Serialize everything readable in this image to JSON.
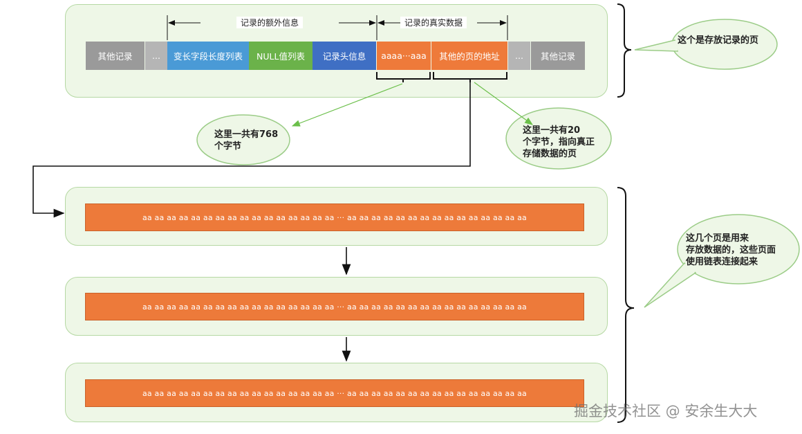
{
  "record_page": {
    "cells": [
      "其他记录",
      "...",
      "变长字段长度列表",
      "NULL值列表",
      "记录头信息",
      "aaaa···aaa",
      "其他的页的地址",
      "...",
      "其他记录"
    ],
    "extra_info_label": "记录的额外信息",
    "real_data_label": "记录的真实数据",
    "note": "这个是存放记录的页"
  },
  "callouts": {
    "bytes_768": "这里一共有768\n个字节",
    "bytes_20": "这里一共有20\n个字节，指向真正\n存储数据的页",
    "linked_pages": "这几个页是用来\n存放数据的，这些页面\n使用链表连接起来"
  },
  "overflow_pages": [
    {
      "content": "aa aa aa aa aa aa aa aa aa aa aa aa aa aa aa aa ··· aa aa aa aa aa aa aa aa aa aa aa aa aa aa aa"
    },
    {
      "content": "aa aa aa aa aa aa aa aa aa aa aa aa aa aa aa aa ··· aa aa aa aa aa aa aa aa aa aa aa aa aa aa aa"
    },
    {
      "content": "aa aa aa aa aa aa aa aa aa aa aa aa aa aa aa aa ··· aa aa aa aa aa aa aa aa aa aa aa aa aa aa aa"
    }
  ],
  "watermark": "掘金技术社区 @ 安余生大大",
  "colors": {
    "panel_fill": "#eef7e7",
    "panel_border": "#b5d8a3",
    "orange": "#ed7a3a",
    "gray": "#9a9a9a",
    "blue": "#4a9ad6",
    "green": "#6bb24a",
    "dark_blue": "#3f6fc4"
  }
}
